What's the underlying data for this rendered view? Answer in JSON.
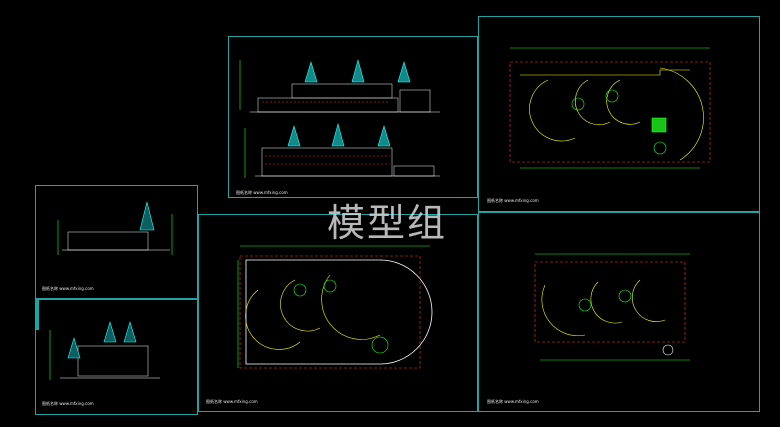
{
  "watermark": "模型组",
  "sheets": [
    {
      "id": "elev-top",
      "title_small": "图纸名称 www.mfxing.com"
    },
    {
      "id": "plan-top-right",
      "title_small": "图纸名称 www.mfxing.com"
    },
    {
      "id": "left-top",
      "title_small": "图纸名称 www.mfxing.com"
    },
    {
      "id": "left-bottom",
      "title_small": "图纸名称 www.mfxing.com"
    },
    {
      "id": "plan-center",
      "title_small": "图纸名称 www.mfxing.com"
    },
    {
      "id": "plan-bottom-right",
      "title_small": "图纸名称 www.mfxing.com"
    }
  ],
  "colors": {
    "line_cyan": "#1fa3a3",
    "line_green": "#19ff19",
    "line_red": "#ff3030",
    "line_yellow": "#ffff00",
    "line_white": "#ffffff"
  }
}
